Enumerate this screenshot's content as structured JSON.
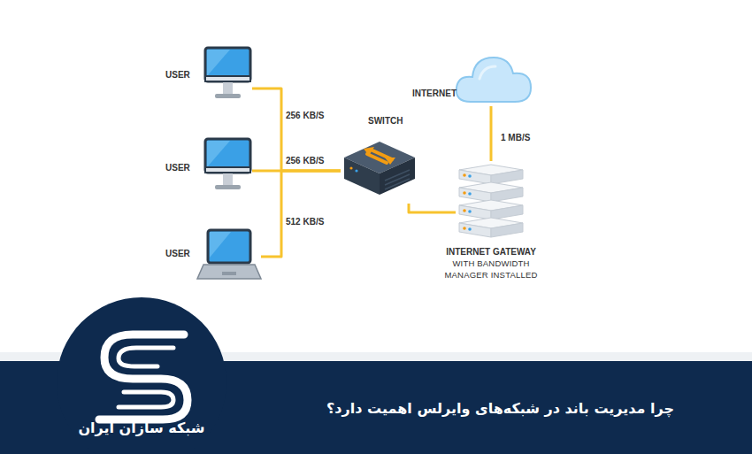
{
  "diagram": {
    "title": "چرا مدیریت باند در شبکه‌های وایرلس اهمیت دارد؟",
    "nodes": [
      {
        "text": [
          "USER"
        ]
      },
      {
        "text": [
          "USER"
        ]
      },
      {
        "text": [
          "USER"
        ]
      },
      {
        "text": [
          "SWITCH"
        ]
      },
      {
        "text": [
          "INTERNET"
        ]
      },
      {
        "text": [
          "INTERNET GATEWAY",
          "WITH BANDWIDTH MANAGER INSTALLED"
        ]
      }
    ],
    "edges": [
      {
        "from": 0,
        "to": 3,
        "label": "256 KB/S",
        "arrow": "none"
      },
      {
        "from": 1,
        "to": 3,
        "label": "256 KB/S",
        "arrow": "none"
      },
      {
        "from": 2,
        "to": 3,
        "label": "512 KB/S",
        "arrow": "none"
      },
      {
        "from": 3,
        "to": 5,
        "arrow": "none"
      },
      {
        "from": 5,
        "to": 4,
        "label": "1 MB/S",
        "arrow": "none"
      }
    ],
    "labels": [
      "شبکه سازان ایران"
    ]
  }
}
